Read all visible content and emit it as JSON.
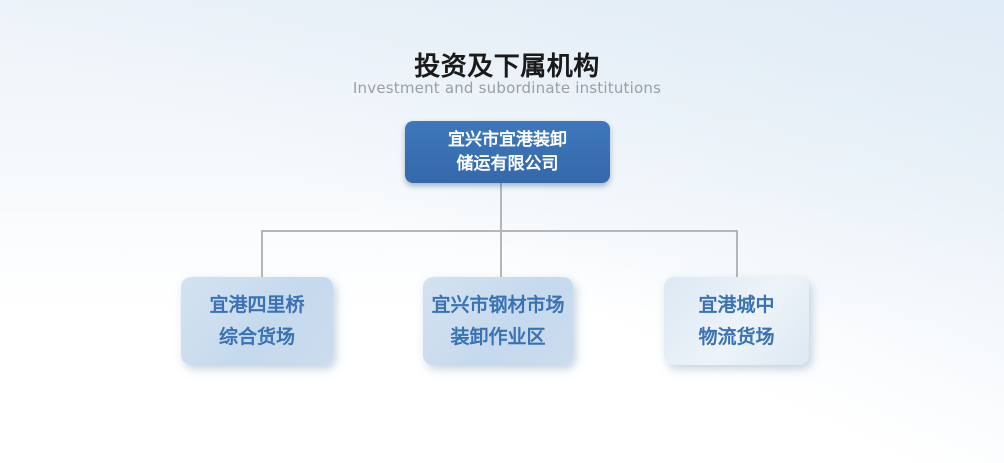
{
  "page": {
    "title": "投资及下属机构",
    "subtitle": "Investment and subordinate institutions"
  },
  "org_chart": {
    "root": {
      "label_lines": [
        "宜兴市宜港装卸",
        "储运有限公司"
      ]
    },
    "children": [
      {
        "label_lines": [
          "宜港四里桥",
          "综合货场"
        ]
      },
      {
        "label_lines": [
          "宜兴市钢材市场",
          "装卸作业区"
        ]
      },
      {
        "label_lines": [
          "宜港城中",
          "物流货场"
        ]
      }
    ]
  },
  "colors": {
    "root_box": "#376fb2",
    "root_text": "#ffffff",
    "child_box": "#c9dcee",
    "child_box_light": "#e4eef7",
    "child_text": "#3a72b4",
    "connector": "#b4b6b8",
    "title_text": "#1a1a1a",
    "subtitle_text": "#9b9fa3",
    "background_top": "#edf3f9",
    "background_bottom": "#ffffff"
  }
}
